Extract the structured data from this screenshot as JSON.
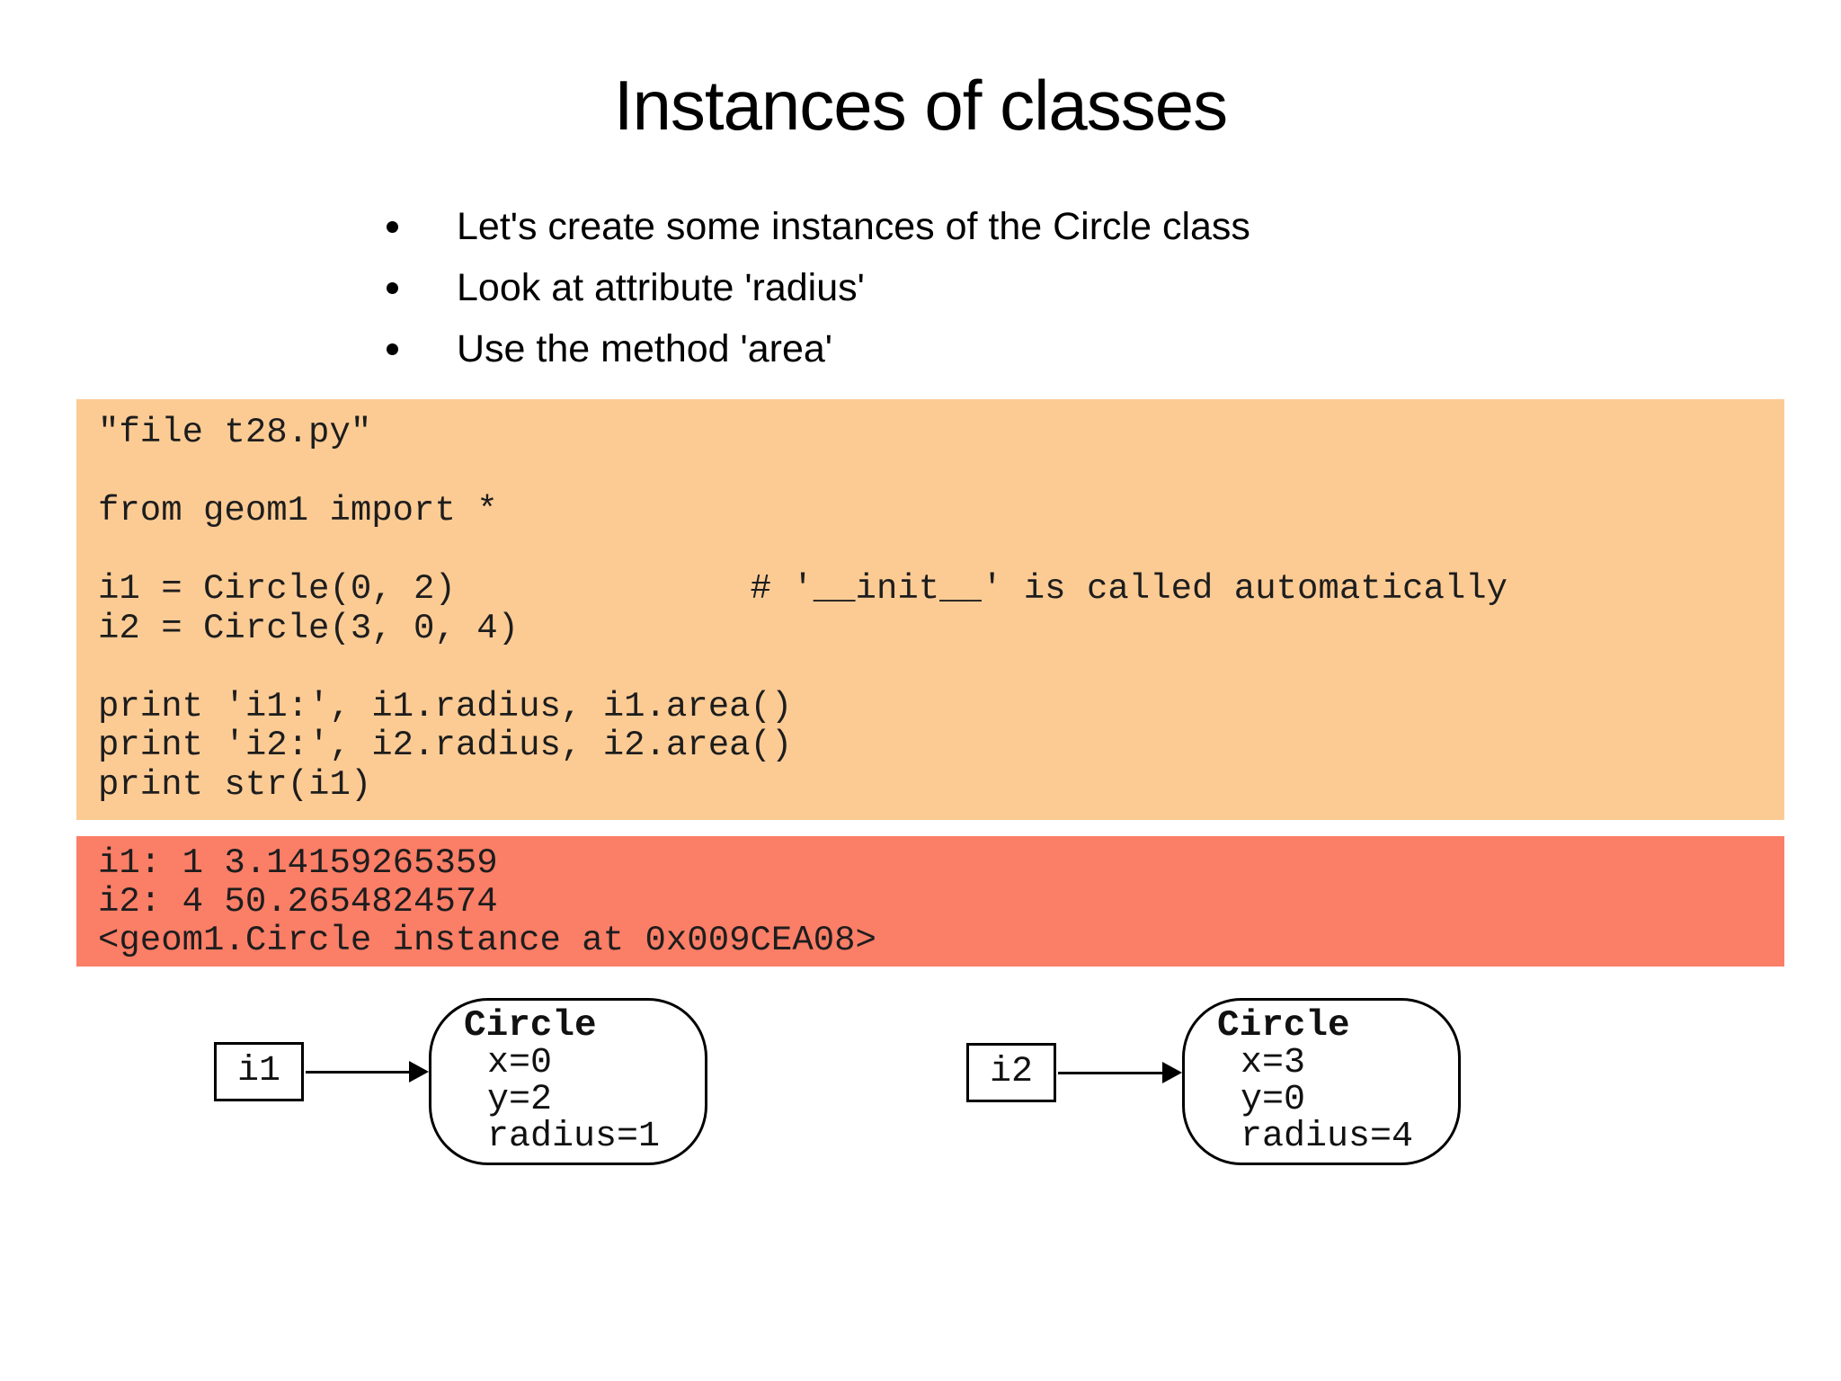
{
  "slide": {
    "title": "Instances of classes",
    "bullets": [
      "Let's create some instances of the Circle class",
      "Look at attribute 'radius'",
      "Use the method 'area'"
    ]
  },
  "colors": {
    "code_bg": "#fccb94",
    "output_bg": "#fb7e67",
    "text": "#1a1a1a",
    "diagram_stroke": "#000000"
  },
  "code_block": {
    "lines": [
      "\"file t28.py\"",
      "",
      "from geom1 import *",
      "",
      "i1 = Circle(0, 2)              # '__init__' is called automatically",
      "i2 = Circle(3, 0, 4)",
      "",
      "print 'i1:', i1.radius, i1.area()",
      "print 'i2:', i2.radius, i2.area()",
      "print str(i1)"
    ]
  },
  "output_block": {
    "lines": [
      "i1: 1 3.14159265359",
      "i2: 4 50.2654824574",
      "<geom1.Circle instance at 0x009CEA08>"
    ]
  },
  "diagram": {
    "instances": [
      {
        "var_name": "i1",
        "class_name": "Circle",
        "attributes": [
          "x=0",
          "y=2",
          "radius=1"
        ]
      },
      {
        "var_name": "i2",
        "class_name": "Circle",
        "attributes": [
          "x=3",
          "y=0",
          "radius=4"
        ]
      }
    ]
  }
}
